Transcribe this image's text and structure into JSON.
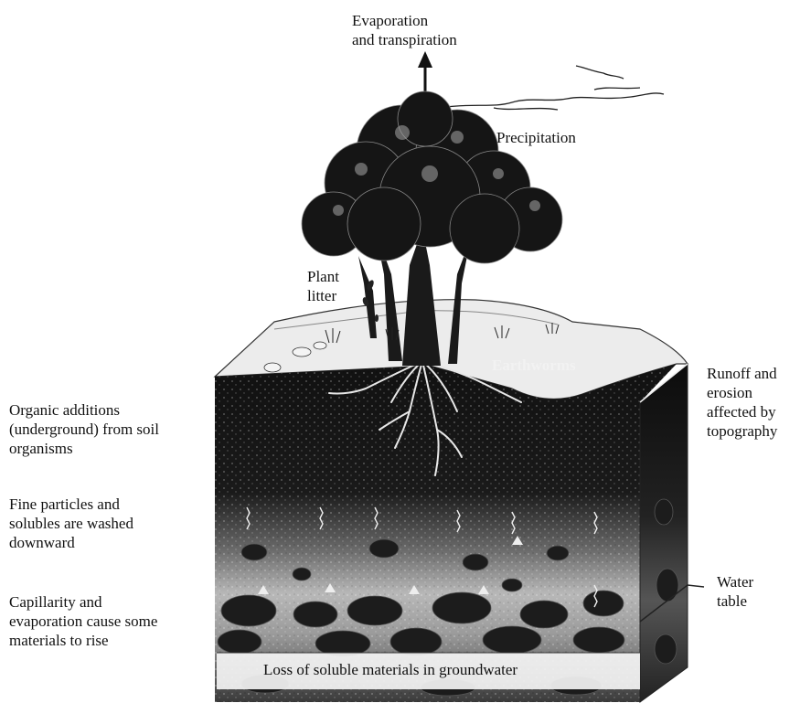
{
  "labels": {
    "evaporation": "Evaporation\nand transpiration",
    "precipitation": "Precipitation",
    "plant_litter": "Plant\nlitter",
    "earthworms": "Earthworms",
    "runoff": "Runoff and\nerosion\naffected by\ntopography",
    "organic_additions": "Organic additions\n(underground) from soil\norganisms",
    "fine_particles": "Fine particles and\nsolubles are washed\ndownward",
    "capillarity": "Capillarity and\nevaporation cause some\nmaterials to rise",
    "water_table": "Water\ntable",
    "groundwater_loss": "Loss of soluble materials in groundwater"
  }
}
